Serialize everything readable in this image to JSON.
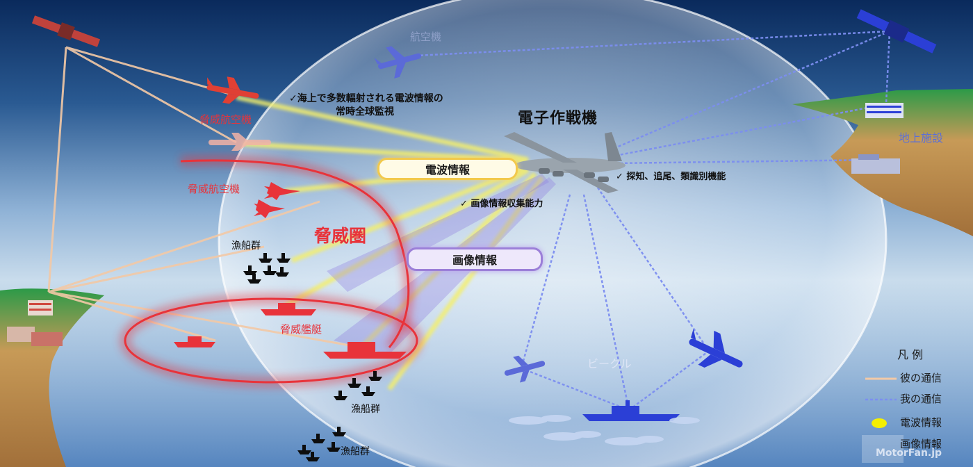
{
  "labels": {
    "aircraft_top": "航空機",
    "threat_aircraft_1": "脅威航空機",
    "threat_aircraft_2": "脅威航空機",
    "threat_zone": "脅威圏",
    "fishing_1": "漁船群",
    "fishing_2": "漁船群",
    "fishing_3": "漁船群",
    "threat_ship": "脅威艦艇",
    "ew_aircraft": "電子作戦機",
    "ground_facility": "地上施設",
    "vehicle": "ビークル",
    "check_surveillance_1": "✓海上で多数輻射される電波情報の",
    "check_surveillance_2": "常時全球監視",
    "check_detect": "✓ 探知、追尾、類識別機能",
    "check_image": "✓ 画像情報収集能力",
    "pill_radio": "電波情報",
    "pill_image": "画像情報"
  },
  "legend": {
    "title": "凡 例",
    "their_comm": "彼の通信",
    "our_comm": "我の通信",
    "radio_info": "電波情報",
    "image_info": "画像情報"
  },
  "watermark": "MotorFan.jp",
  "colors": {
    "threat": "#e8333a",
    "friendly": "#2b3fd6",
    "radio_beam": "#f4ef6a",
    "image_beam": "#8f7fe0",
    "their_comm_line": "#f3c9a6",
    "our_comm_line": "#7c8ef0"
  },
  "icons": [
    "satellite-icon",
    "aircraft-icon",
    "fighter-jet-icon",
    "ship-icon",
    "fishing-boat-icon",
    "building-icon",
    "radar-icon"
  ]
}
